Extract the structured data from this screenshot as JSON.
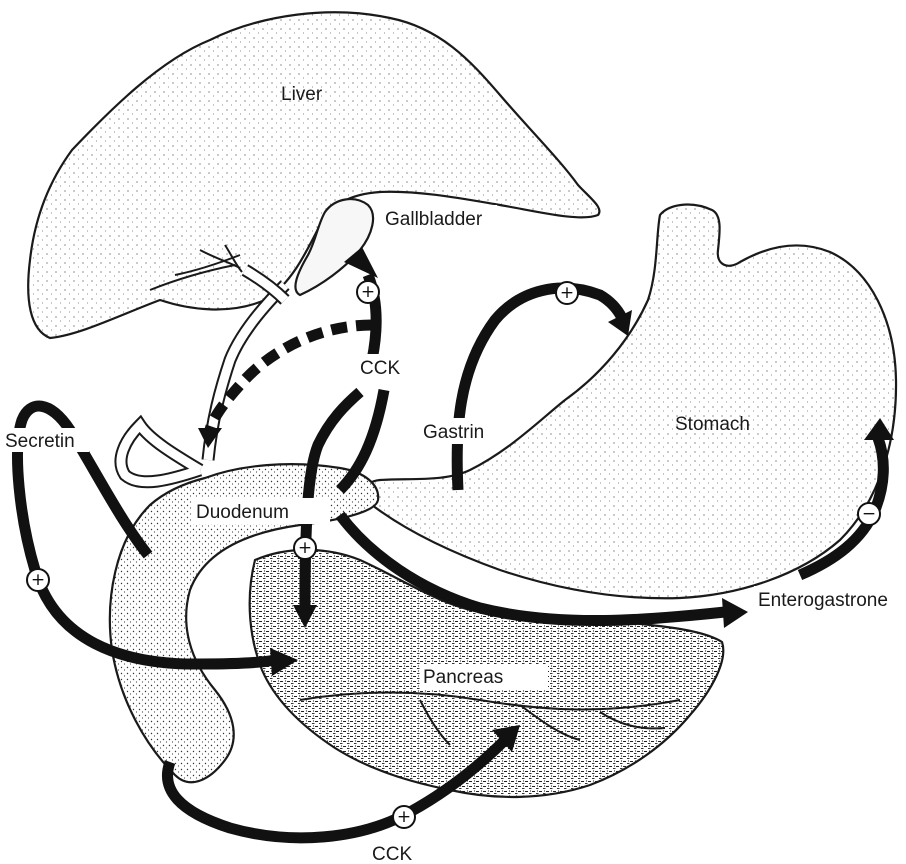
{
  "labels": {
    "liver": "Liver",
    "gallbladder": "Gallbladder",
    "cck_top": "CCK",
    "secretin": "Secretin",
    "gastrin": "Gastrin",
    "stomach": "Stomach",
    "duodenum": "Duodenum",
    "enterogastrone": "Enterogastrone",
    "pancreas": "Pancreas",
    "cck_bottom": "CCK"
  },
  "signs": {
    "cck_gallbladder": "+",
    "gastrin_stomach": "+",
    "cck_pancreas": "+",
    "secretin_pancreas": "+",
    "enterogastrone_stomach": "−",
    "cck_bottom_pancreas": "+"
  }
}
